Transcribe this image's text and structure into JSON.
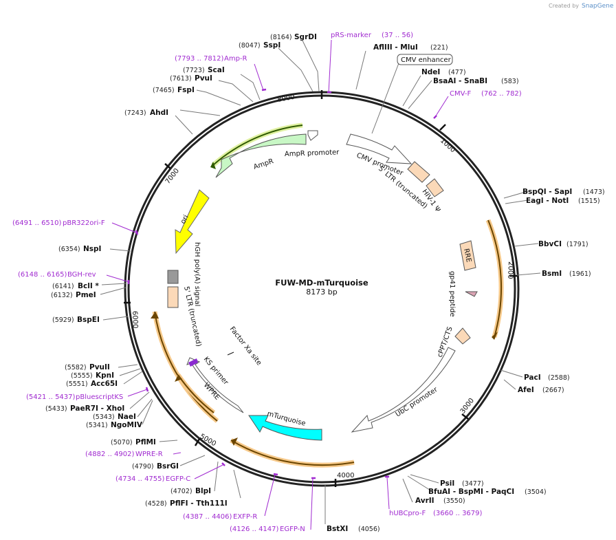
{
  "brand": {
    "created_by": "Created by",
    "name": "SnapGene"
  },
  "plasmid": {
    "name": "FUW-MD-mTurquoise",
    "size": "8173 bp"
  },
  "ticks": [
    "1000",
    "2000",
    "3000",
    "4000",
    "5000",
    "6000",
    "7000",
    "8000"
  ],
  "features": {
    "ampr_promoter": "AmpR promoter",
    "ampr": "AmpR",
    "ori": "ori",
    "cmv_promoter": "CMV promoter",
    "ltr5_top": "5' LTR (truncated)",
    "hiv_psi": "HIV-1 Ψ",
    "rre": "RRE",
    "gp41": "gp41 peptide",
    "cppt": "cPPT/CTS",
    "ubc": "UbC promoter",
    "mturquoise": "mTurquoise",
    "wpre": "WPRE",
    "ks_primer": "KS primer",
    "factor_xa": "Factor Xa site",
    "ltr5_left": "5' LTR (truncated)",
    "hgh": "hGH poly(A) signal",
    "cmv_enhancer": "CMV enhancer"
  },
  "sites": [
    {
      "pos": "(8164)",
      "name": "SgrDI"
    },
    {
      "pos": "(8047)",
      "name": "SspI"
    },
    {
      "pos": "(7723)",
      "name": "ScaI"
    },
    {
      "pos": "(7613)",
      "name": "PvuI"
    },
    {
      "pos": "(7465)",
      "name": "FspI"
    },
    {
      "pos": "(7243)",
      "name": "AhdI"
    },
    {
      "pos": "(6354)",
      "name": "NspI"
    },
    {
      "pos": "(6141)",
      "name": "BclI *"
    },
    {
      "pos": "(6132)",
      "name": "PmeI"
    },
    {
      "pos": "(5929)",
      "name": "BspEI"
    },
    {
      "pos": "(5582)",
      "name": "PvuII"
    },
    {
      "pos": "(5555)",
      "name": "KpnI"
    },
    {
      "pos": "(5551)",
      "name": "Acc65I"
    },
    {
      "pos": "(5433)",
      "name": "PaeR7I  - XhoI"
    },
    {
      "pos": "(5343)",
      "name": "NaeI"
    },
    {
      "pos": "(5341)",
      "name": "NgoMIV"
    },
    {
      "pos": "(5070)",
      "name": "PflMI"
    },
    {
      "pos": "(4790)",
      "name": "BsrGI"
    },
    {
      "pos": "(4702)",
      "name": "BlpI"
    },
    {
      "pos": "(4528)",
      "name": "PflFI  - Tth111I"
    },
    {
      "pos": "(4056)",
      "name": "BstXI"
    },
    {
      "pos": "(3550)",
      "name": "AvrII"
    },
    {
      "pos": "(3504)",
      "name": "BfuAI  - BspMI  - PaqCI"
    },
    {
      "pos": "(3477)",
      "name": "PsiI"
    },
    {
      "pos": "(2667)",
      "name": "AfeI"
    },
    {
      "pos": "(2588)",
      "name": "PacI"
    },
    {
      "pos": "(1961)",
      "name": "BsmI"
    },
    {
      "pos": "(1791)",
      "name": "BbvCI"
    },
    {
      "pos": "(1515)",
      "name": "EagI  - NotI"
    },
    {
      "pos": "(1473)",
      "name": "BspQI  - SapI"
    },
    {
      "pos": "(583)",
      "name": "BsaAI  - SnaBI"
    },
    {
      "pos": "(477)",
      "name": "NdeI"
    },
    {
      "pos": "(221)",
      "name": "AflIII  - MluI"
    }
  ],
  "primers": [
    {
      "pos": "(37 .. 56)",
      "name": "pRS-marker"
    },
    {
      "pos": "(7793 .. 7812)",
      "name": "Amp-R"
    },
    {
      "pos": "(762 .. 782)",
      "name": "CMV-F"
    },
    {
      "pos": "(6491 .. 6510)",
      "name": "pBR322ori-F"
    },
    {
      "pos": "(6148 .. 6165)",
      "name": "BGH-rev"
    },
    {
      "pos": "(5421 .. 5437)",
      "name": "pBluescriptKS"
    },
    {
      "pos": "(4882 .. 4902)",
      "name": "WPRE-R"
    },
    {
      "pos": "(4734 .. 4755)",
      "name": "EGFP-C"
    },
    {
      "pos": "(4387 .. 4406)",
      "name": "EXFP-R"
    },
    {
      "pos": "(4126 .. 4147)",
      "name": "EGFP-N"
    },
    {
      "pos": "(3660 .. 3679)",
      "name": "hUBCpro-F"
    }
  ]
}
